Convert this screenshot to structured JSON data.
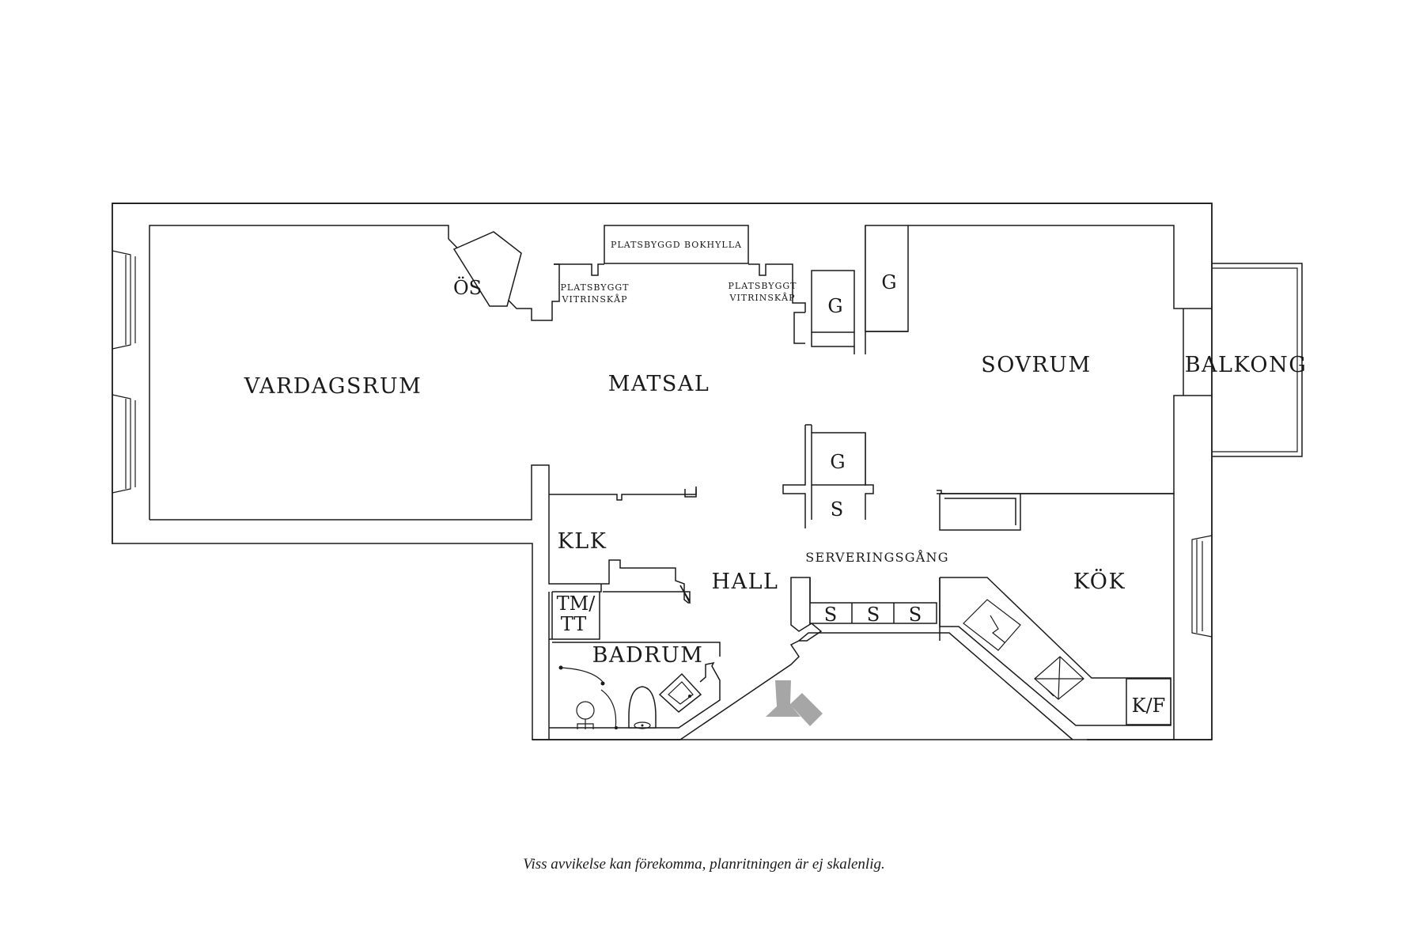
{
  "rooms": {
    "vardagsrum": "VARDAGSRUM",
    "matsal": "MATSAL",
    "sovrum": "SOVRUM",
    "balkong": "BALKONG",
    "klk": "KLK",
    "hall": "HALL",
    "badrum": "BADRUM",
    "kok": "KÖK",
    "serveringsgang": "SERVERINGSGÅNG"
  },
  "labels": {
    "os": "ÖS",
    "bokhylla": "PLATSBYGGD BOKHYLLA",
    "vitrin_line1": "PLATSBYGGT",
    "vitrin_line2": "VITRINSKÅP",
    "garderob": "G",
    "skap": "S",
    "tm": "TM/",
    "tt": "TT",
    "kf": "K/F"
  },
  "footer": {
    "disclaimer": "Viss avvikelse kan förekomma, planritningen är ej skalenlig."
  },
  "colors": {
    "ink": "#1a1a1a",
    "entrance_arrow": "#a6a6a6"
  }
}
